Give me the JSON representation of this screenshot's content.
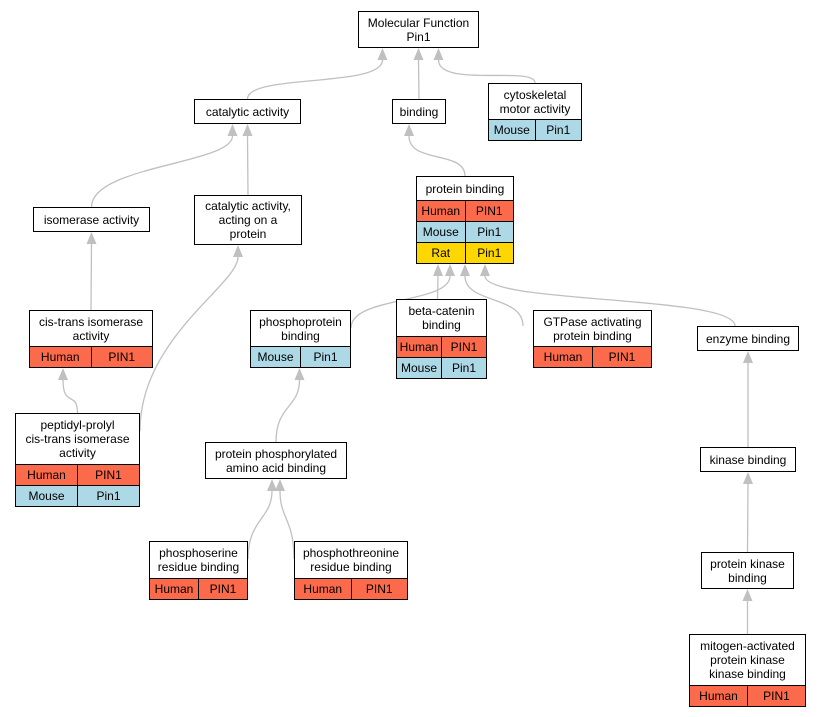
{
  "colors": {
    "human": "#fb6a4a",
    "mouse": "#add8e6",
    "rat": "#ffd700",
    "edge": "#c0c0c0"
  },
  "nodes": {
    "mf": {
      "title": "Molecular Function\nPin1",
      "rows": []
    },
    "catalytic": {
      "title": "catalytic activity",
      "rows": []
    },
    "binding": {
      "title": "binding",
      "rows": []
    },
    "cytoskeletal": {
      "title": "cytoskeletal\nmotor activity",
      "rows": [
        {
          "species": "Mouse",
          "gene": "Pin1"
        }
      ]
    },
    "isomerase": {
      "title": "isomerase activity",
      "rows": []
    },
    "catprot": {
      "title": "catalytic activity,\nacting on a\nprotein",
      "rows": []
    },
    "protbind": {
      "title": "protein binding",
      "rows": [
        {
          "species": "Human",
          "gene": "PIN1"
        },
        {
          "species": "Mouse",
          "gene": "Pin1"
        },
        {
          "species": "Rat",
          "gene": "Pin1"
        }
      ]
    },
    "cistrans": {
      "title": "cis-trans isomerase\nactivity",
      "rows": [
        {
          "species": "Human",
          "gene": "PIN1"
        }
      ]
    },
    "phosphoprot": {
      "title": "phosphoprotein\nbinding",
      "rows": [
        {
          "species": "Mouse",
          "gene": "Pin1"
        }
      ]
    },
    "betacat": {
      "title": "beta-catenin\nbinding",
      "rows": [
        {
          "species": "Human",
          "gene": "PIN1"
        },
        {
          "species": "Mouse",
          "gene": "Pin1"
        }
      ]
    },
    "gtpase": {
      "title": "GTPase activating\nprotein binding",
      "rows": [
        {
          "species": "Human",
          "gene": "PIN1"
        }
      ]
    },
    "enzyme": {
      "title": "enzyme binding",
      "rows": []
    },
    "peptidyl": {
      "title": "peptidyl-prolyl\ncis-trans isomerase\nactivity",
      "rows": [
        {
          "species": "Human",
          "gene": "PIN1"
        },
        {
          "species": "Mouse",
          "gene": "Pin1"
        }
      ]
    },
    "phosaa": {
      "title": "protein phosphorylated\namino acid binding",
      "rows": []
    },
    "kinase": {
      "title": "kinase binding",
      "rows": []
    },
    "phosser": {
      "title": "phosphoserine\nresidue binding",
      "rows": [
        {
          "species": "Human",
          "gene": "PIN1"
        }
      ]
    },
    "phosthr": {
      "title": "phosphothreonine\nresidue binding",
      "rows": [
        {
          "species": "Human",
          "gene": "PIN1"
        }
      ]
    },
    "protkinase": {
      "title": "protein kinase\nbinding",
      "rows": []
    },
    "mapk": {
      "title": "mitogen-activated\nprotein kinase\nkinase binding",
      "rows": [
        {
          "species": "Human",
          "gene": "PIN1"
        }
      ]
    }
  },
  "edges": [
    [
      "catalytic",
      "mf"
    ],
    [
      "binding",
      "mf"
    ],
    [
      "cytoskeletal",
      "mf"
    ],
    [
      "isomerase",
      "catalytic"
    ],
    [
      "catprot",
      "catalytic"
    ],
    [
      "protbind",
      "binding"
    ],
    [
      "cistrans",
      "isomerase"
    ],
    [
      "peptidyl",
      "cistrans"
    ],
    [
      "peptidyl",
      "catprot"
    ],
    [
      "phosphoprot",
      "protbind"
    ],
    [
      "betacat",
      "protbind"
    ],
    [
      "gtpase",
      "protbind"
    ],
    [
      "enzyme",
      "protbind"
    ],
    [
      "phosaa",
      "phosphoprot"
    ],
    [
      "phosser",
      "phosaa"
    ],
    [
      "phosthr",
      "phosaa"
    ],
    [
      "kinase",
      "enzyme"
    ],
    [
      "protkinase",
      "kinase"
    ],
    [
      "mapk",
      "protkinase"
    ]
  ]
}
